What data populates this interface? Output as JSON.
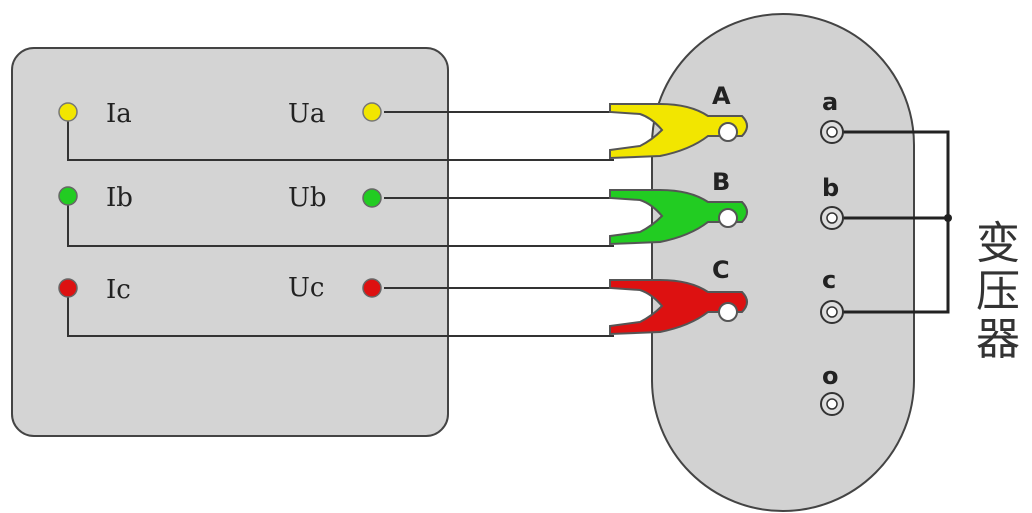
{
  "instrument": {
    "left_terminals": [
      "Ia",
      "Ib",
      "Ic"
    ],
    "right_terminals": [
      "Ua",
      "Ub",
      "Uc"
    ]
  },
  "transformer": {
    "primary_labels": [
      "A",
      "B",
      "C"
    ],
    "secondary_labels": [
      "a",
      "b",
      "c",
      "o"
    ],
    "vertical_label": [
      "变",
      "压",
      "器"
    ]
  },
  "colors": {
    "phase_a": "#f2e600",
    "phase_b": "#22cc22",
    "phase_c": "#dd1111",
    "panel": "#d4d4d4",
    "wire": "#333333"
  }
}
